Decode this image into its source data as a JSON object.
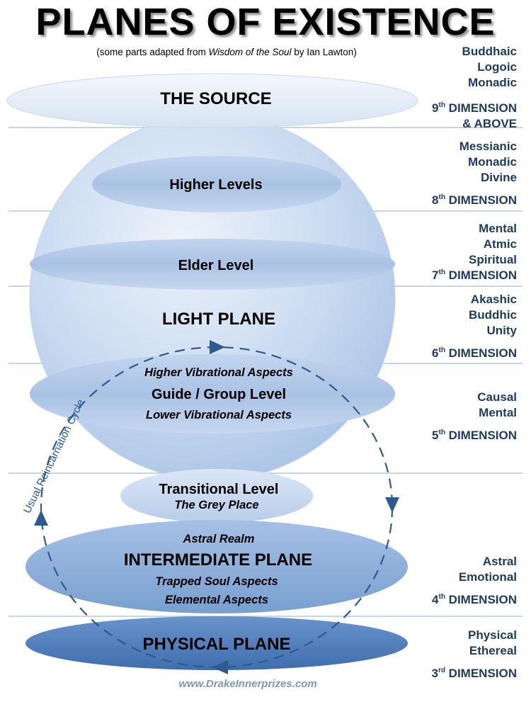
{
  "title": "PLANES OF EXISTENCE",
  "subtitle": {
    "prefix": "(some parts adapted from ",
    "book": "Wisdom of the Soul",
    "suffix": " by Ian Lawton)"
  },
  "levels": {
    "source": "THE SOURCE",
    "higher_levels": "Higher Levels",
    "elder_level": "Elder Level",
    "light_plane": "LIGHT PLANE",
    "higher_vibrational": "Higher Vibrational Aspects",
    "guide_group": "Guide / Group Level",
    "lower_vibrational": "Lower Vibrational Aspects",
    "transitional": "Transitional Level",
    "grey_place": "The Grey Place",
    "astral_realm": "Astral Realm",
    "intermediate_plane": "INTERMEDIATE PLANE",
    "trapped_soul": "Trapped Soul Aspects",
    "elemental": "Elemental Aspects",
    "physical_plane": "PHYSICAL PLANE"
  },
  "cycle_label": "Usual Reincarnation Cycle",
  "dimensions": {
    "d9_names": [
      "Buddhaic",
      "Logoic",
      "Monadic"
    ],
    "d9_num": "9",
    "d9_sup": "th",
    "d9_word": " DIMENSION",
    "d9_extra": "& ABOVE",
    "d8_names": [
      "Messianic",
      "Monadic",
      "Divine"
    ],
    "d8_num": "8",
    "d8_sup": "th",
    "d8_word": " DIMENSION",
    "d7_names": [
      "Mental",
      "Atmic",
      "Spiritual"
    ],
    "d7_num": "7",
    "d7_sup": "th",
    "d7_word": " DIMENSION",
    "d6_names": [
      "Akashic",
      "Buddhic",
      "Unity"
    ],
    "d6_num": "6",
    "d6_sup": "th",
    "d6_word": " DIMENSION",
    "d5_names": [
      "Causal",
      "Mental"
    ],
    "d5_num": "5",
    "d5_sup": "th",
    "d5_word": " DIMENSION",
    "d4_names": [
      "Astral",
      "Emotional"
    ],
    "d4_num": "4",
    "d4_sup": "th",
    "d4_word": " DIMENSION",
    "d3_names": [
      "Physical",
      "Ethereal"
    ],
    "d3_num": "3",
    "d3_sup": "rd",
    "d3_word": " DIMENSION"
  },
  "website": "www.DrakeInnerprizes.com",
  "colors": {
    "sphere_light": "#e9f0fa",
    "sphere_dark": "#b4cbe8",
    "band": "#a9c2e4",
    "intermediate": "#86a9d6",
    "physical": "#4f7dbb",
    "arrow": "#2d5a8e",
    "dimension_text": "#1f3a5f",
    "divider": "#8faed4"
  }
}
